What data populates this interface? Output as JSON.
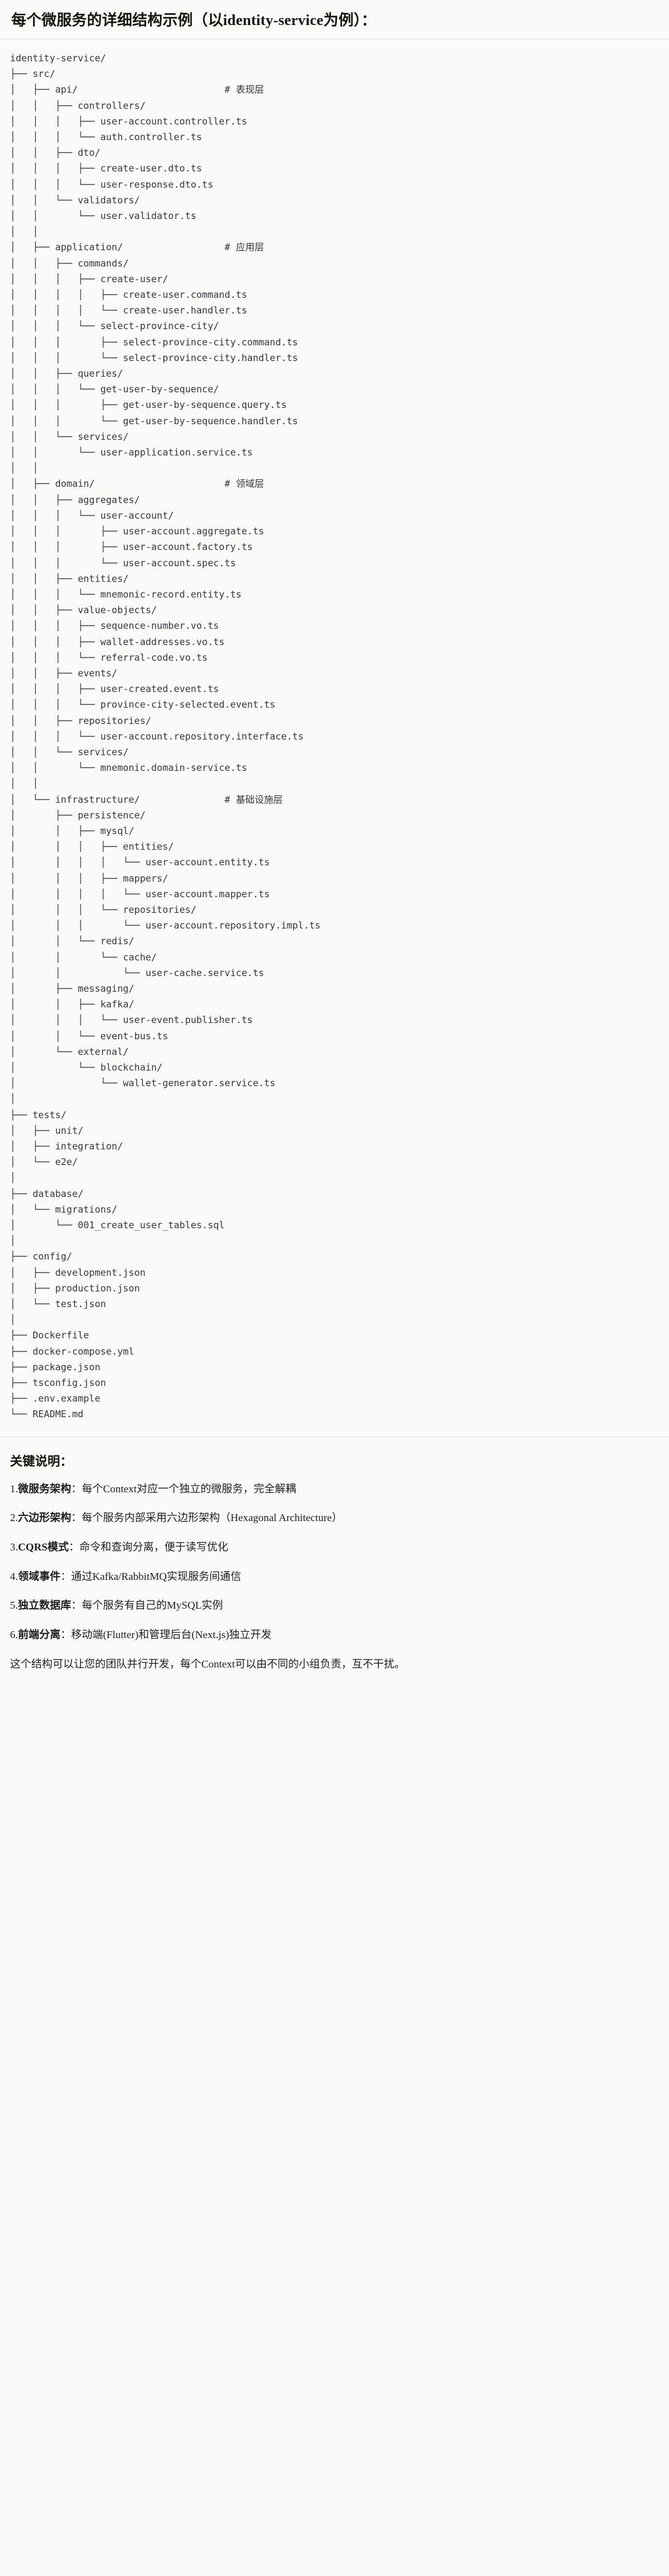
{
  "header": {
    "title": "每个微服务的详细结构示例（以identity-service为例）："
  },
  "tree": {
    "root": "identity-service/",
    "comments": {
      "api": "# 表现层",
      "application": "# 应用层",
      "domain": "# 领域层",
      "infrastructure": "# 基础设施层"
    },
    "text": "identity-service/\n├── src/\n│   ├── api/                          # 表现层\n│   │   ├── controllers/\n│   │   │   ├── user-account.controller.ts\n│   │   │   └── auth.controller.ts\n│   │   ├── dto/\n│   │   │   ├── create-user.dto.ts\n│   │   │   └── user-response.dto.ts\n│   │   └── validators/\n│   │       └── user.validator.ts\n│   │\n│   ├── application/                  # 应用层\n│   │   ├── commands/\n│   │   │   ├── create-user/\n│   │   │   │   ├── create-user.command.ts\n│   │   │   │   └── create-user.handler.ts\n│   │   │   └── select-province-city/\n│   │   │       ├── select-province-city.command.ts\n│   │   │       └── select-province-city.handler.ts\n│   │   ├── queries/\n│   │   │   └── get-user-by-sequence/\n│   │   │       ├── get-user-by-sequence.query.ts\n│   │   │       └── get-user-by-sequence.handler.ts\n│   │   └── services/\n│   │       └── user-application.service.ts\n│   │\n│   ├── domain/                       # 领域层\n│   │   ├── aggregates/\n│   │   │   └── user-account/\n│   │   │       ├── user-account.aggregate.ts\n│   │   │       ├── user-account.factory.ts\n│   │   │       └── user-account.spec.ts\n│   │   ├── entities/\n│   │   │   └── mnemonic-record.entity.ts\n│   │   ├── value-objects/\n│   │   │   ├── sequence-number.vo.ts\n│   │   │   ├── wallet-addresses.vo.ts\n│   │   │   └── referral-code.vo.ts\n│   │   ├── events/\n│   │   │   ├── user-created.event.ts\n│   │   │   └── province-city-selected.event.ts\n│   │   ├── repositories/\n│   │   │   └── user-account.repository.interface.ts\n│   │   └── services/\n│   │       └── mnemonic.domain-service.ts\n│   │\n│   └── infrastructure/               # 基础设施层\n│       ├── persistence/\n│       │   ├── mysql/\n│       │   │   ├── entities/\n│       │   │   │   └── user-account.entity.ts\n│       │   │   ├── mappers/\n│       │   │   │   └── user-account.mapper.ts\n│       │   │   └── repositories/\n│       │   │       └── user-account.repository.impl.ts\n│       │   └── redis/\n│       │       └── cache/\n│       │           └── user-cache.service.ts\n│       ├── messaging/\n│       │   ├── kafka/\n│       │   │   └── user-event.publisher.ts\n│       │   └── event-bus.ts\n│       └── external/\n│           └── blockchain/\n│               └── wallet-generator.service.ts\n│\n├── tests/\n│   ├── unit/\n│   ├── integration/\n│   └── e2e/\n│\n├── database/\n│   └── migrations/\n│       └── 001_create_user_tables.sql\n│\n├── config/\n│   ├── development.json\n│   ├── production.json\n│   └── test.json\n│\n├── Dockerfile\n├── docker-compose.yml\n├── package.json\n├── tsconfig.json\n├── .env.example\n└── README.md"
  },
  "notes": {
    "title": "关键说明：",
    "items": [
      {
        "num": "1.",
        "term": "微服务架构",
        "sep": "：",
        "desc": "每个Context对应一个独立的微服务，完全解耦"
      },
      {
        "num": "2.",
        "term": "六边形架构",
        "sep": "：",
        "desc": "每个服务内部采用六边形架构（Hexagonal Architecture）"
      },
      {
        "num": "3.",
        "term": "CQRS模式",
        "sep": "：",
        "desc": "命令和查询分离，便于读写优化"
      },
      {
        "num": "4.",
        "term": "领域事件",
        "sep": "：",
        "desc": "通过Kafka/RabbitMQ实现服务间通信"
      },
      {
        "num": "5.",
        "term": "独立数据库",
        "sep": "：",
        "desc": "每个服务有自己的MySQL实例"
      },
      {
        "num": "6.",
        "term": "前端分离",
        "sep": "：",
        "desc": "移动端(Flutter)和管理后台(Next.js)独立开发"
      }
    ],
    "closing": "这个结构可以让您的团队并行开发，每个Context可以由不同的小组负责，互不干扰。"
  }
}
